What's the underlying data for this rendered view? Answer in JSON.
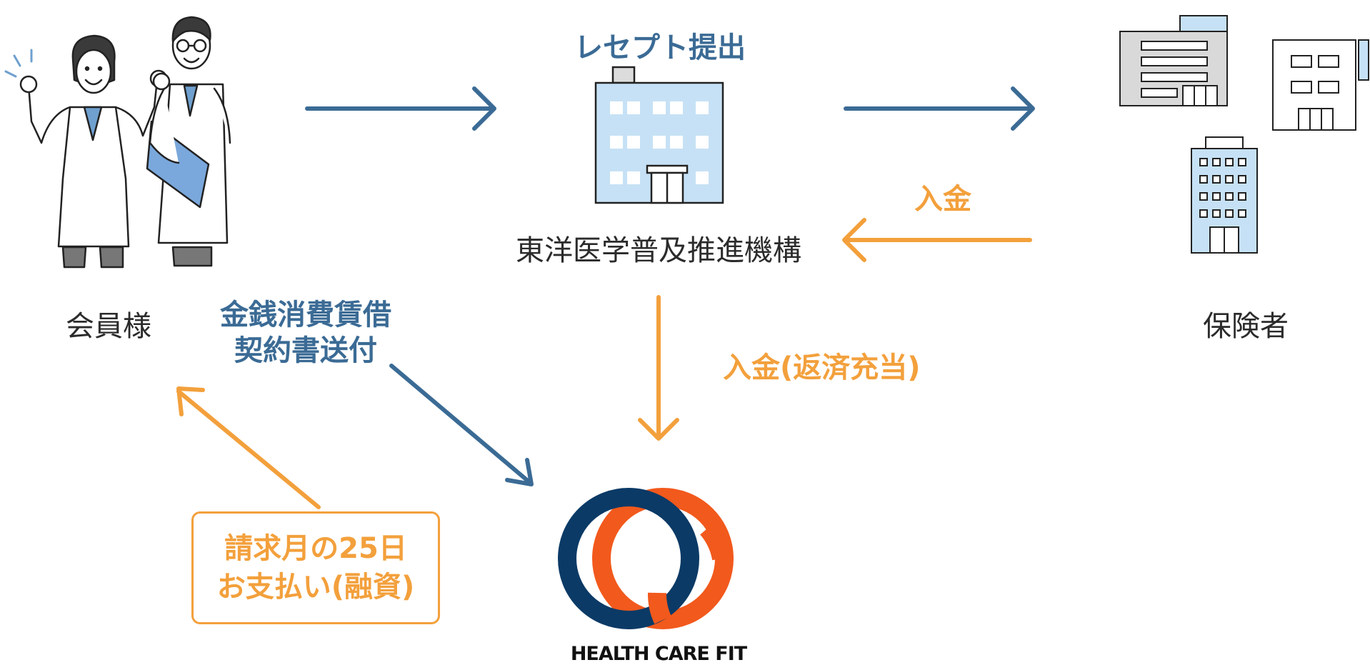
{
  "nodes": {
    "members": {
      "label": "会員様"
    },
    "organization": {
      "label": "東洋医学普及推進機構"
    },
    "insurers": {
      "label": "保険者"
    },
    "lender": {
      "brand": "HEALTH CARE FIT"
    }
  },
  "flows": {
    "receipt_submission": "レセプト提出",
    "payment": "入金",
    "repayment": "入金(返済充当)",
    "contract_line1": "金銭消費賃借",
    "contract_line2": "契約書送付",
    "loan_line1": "請求月の25日",
    "loan_line2": "お支払い(融資)"
  },
  "colors": {
    "blue": "#3b6b95",
    "orange": "#f3a03c",
    "brand_navy": "#0b3a66",
    "brand_orange": "#f2591c",
    "building_blue": "#c6e1f5"
  }
}
